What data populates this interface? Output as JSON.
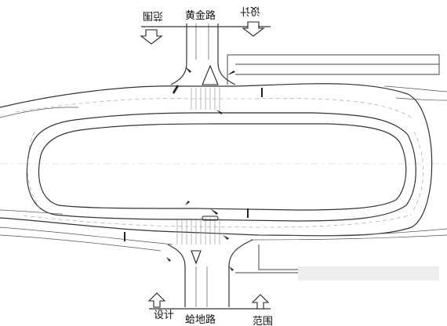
{
  "labels": {
    "north_road": "黄金路",
    "north_left": "范围",
    "north_right": "设计",
    "south_road": "蛤地路",
    "south_left": "设计",
    "south_right": "范围"
  }
}
